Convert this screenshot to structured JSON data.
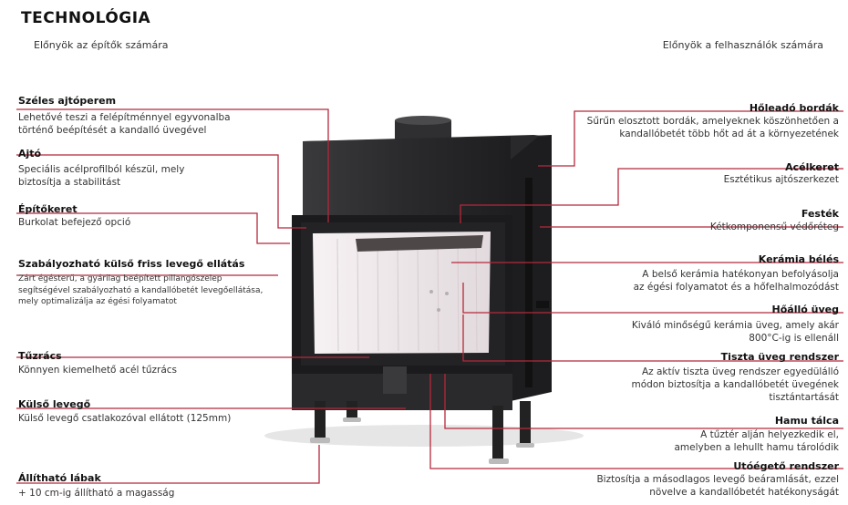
{
  "header": {
    "title": "TECHNOLÓGIA",
    "builders_subtitle": "Előnyök az építők számára",
    "users_subtitle": "Előnyök a felhasználók számára"
  },
  "left_features": [
    {
      "title": "Széles ajtóperem",
      "desc": [
        "Lehetővé teszi a felépítménnyel egyvonalba",
        "történő beépítését a kandalló üvegével"
      ]
    },
    {
      "title": "Ajtó",
      "desc": [
        "Speciális acélprofilból készül, mely",
        "biztosítja a stabilitást"
      ]
    },
    {
      "title": "Építőkeret",
      "desc": [
        "Burkolat befejező opció"
      ]
    },
    {
      "title": "Szabályozható külső friss levegő ellátás",
      "desc": [
        "Zárt égésterű, a gyárilag beépített pillangószelep",
        "segítségével szabályozható a kandallóbetét levegőellátása,",
        "mely optimalizálja az égési folyamatot"
      ]
    },
    {
      "title": "Tűzrács",
      "desc": [
        "Könnyen kiemelhető acél tűzrács"
      ]
    },
    {
      "title": "Külső levegő",
      "desc": [
        "Külső levegő csatlakozóval ellátott (125mm)"
      ]
    },
    {
      "title": "Állítható lábak",
      "desc": [
        "+ 10 cm-ig állítható a magasság"
      ]
    }
  ],
  "right_features": [
    {
      "title": "Hőleadó bordák",
      "desc": [
        "Sűrűn elosztott bordák, amelyeknek köszönhetően a",
        "kandallóbetét több hőt ad át a környezetének"
      ]
    },
    {
      "title": "Acélkeret",
      "desc": [
        "Esztétikus ajtószerkezet"
      ]
    },
    {
      "title": "Festék",
      "desc": [
        "Kétkomponensű védőréteg"
      ]
    },
    {
      "title": "Kerámia bélés",
      "desc": [
        "A belső kerámia hatékonyan befolyásolja",
        "az égési folyamatot és a hőfelhalmozódást"
      ]
    },
    {
      "title": "Hőálló üveg",
      "desc": [
        "Kiváló minőségű kerámia üveg, amely akár",
        "800°C-ig is ellenáll"
      ]
    },
    {
      "title": "Tiszta üveg rendszer",
      "desc": [
        "Az aktív tiszta üveg rendszer egyedülálló",
        "módon biztosítja a kandallóbetét üvegének",
        "tisztántartását"
      ]
    },
    {
      "title": "Hamu tálca",
      "desc": [
        "A tűztér alján helyezkedik el,",
        "amelyben a lehullt hamu tárolódik"
      ]
    },
    {
      "title": "Utóégető rendszer",
      "desc": [
        "Biztosítja a másodlagos levegő beáramlását, ezzel",
        "növelve a kandallóbetét hatékonyságát"
      ]
    }
  ],
  "colors": {
    "leader_line": "#b5283b",
    "stove_body": "#2b2b2d",
    "ceramic": "#ece6e8",
    "title_text": "#111111"
  }
}
